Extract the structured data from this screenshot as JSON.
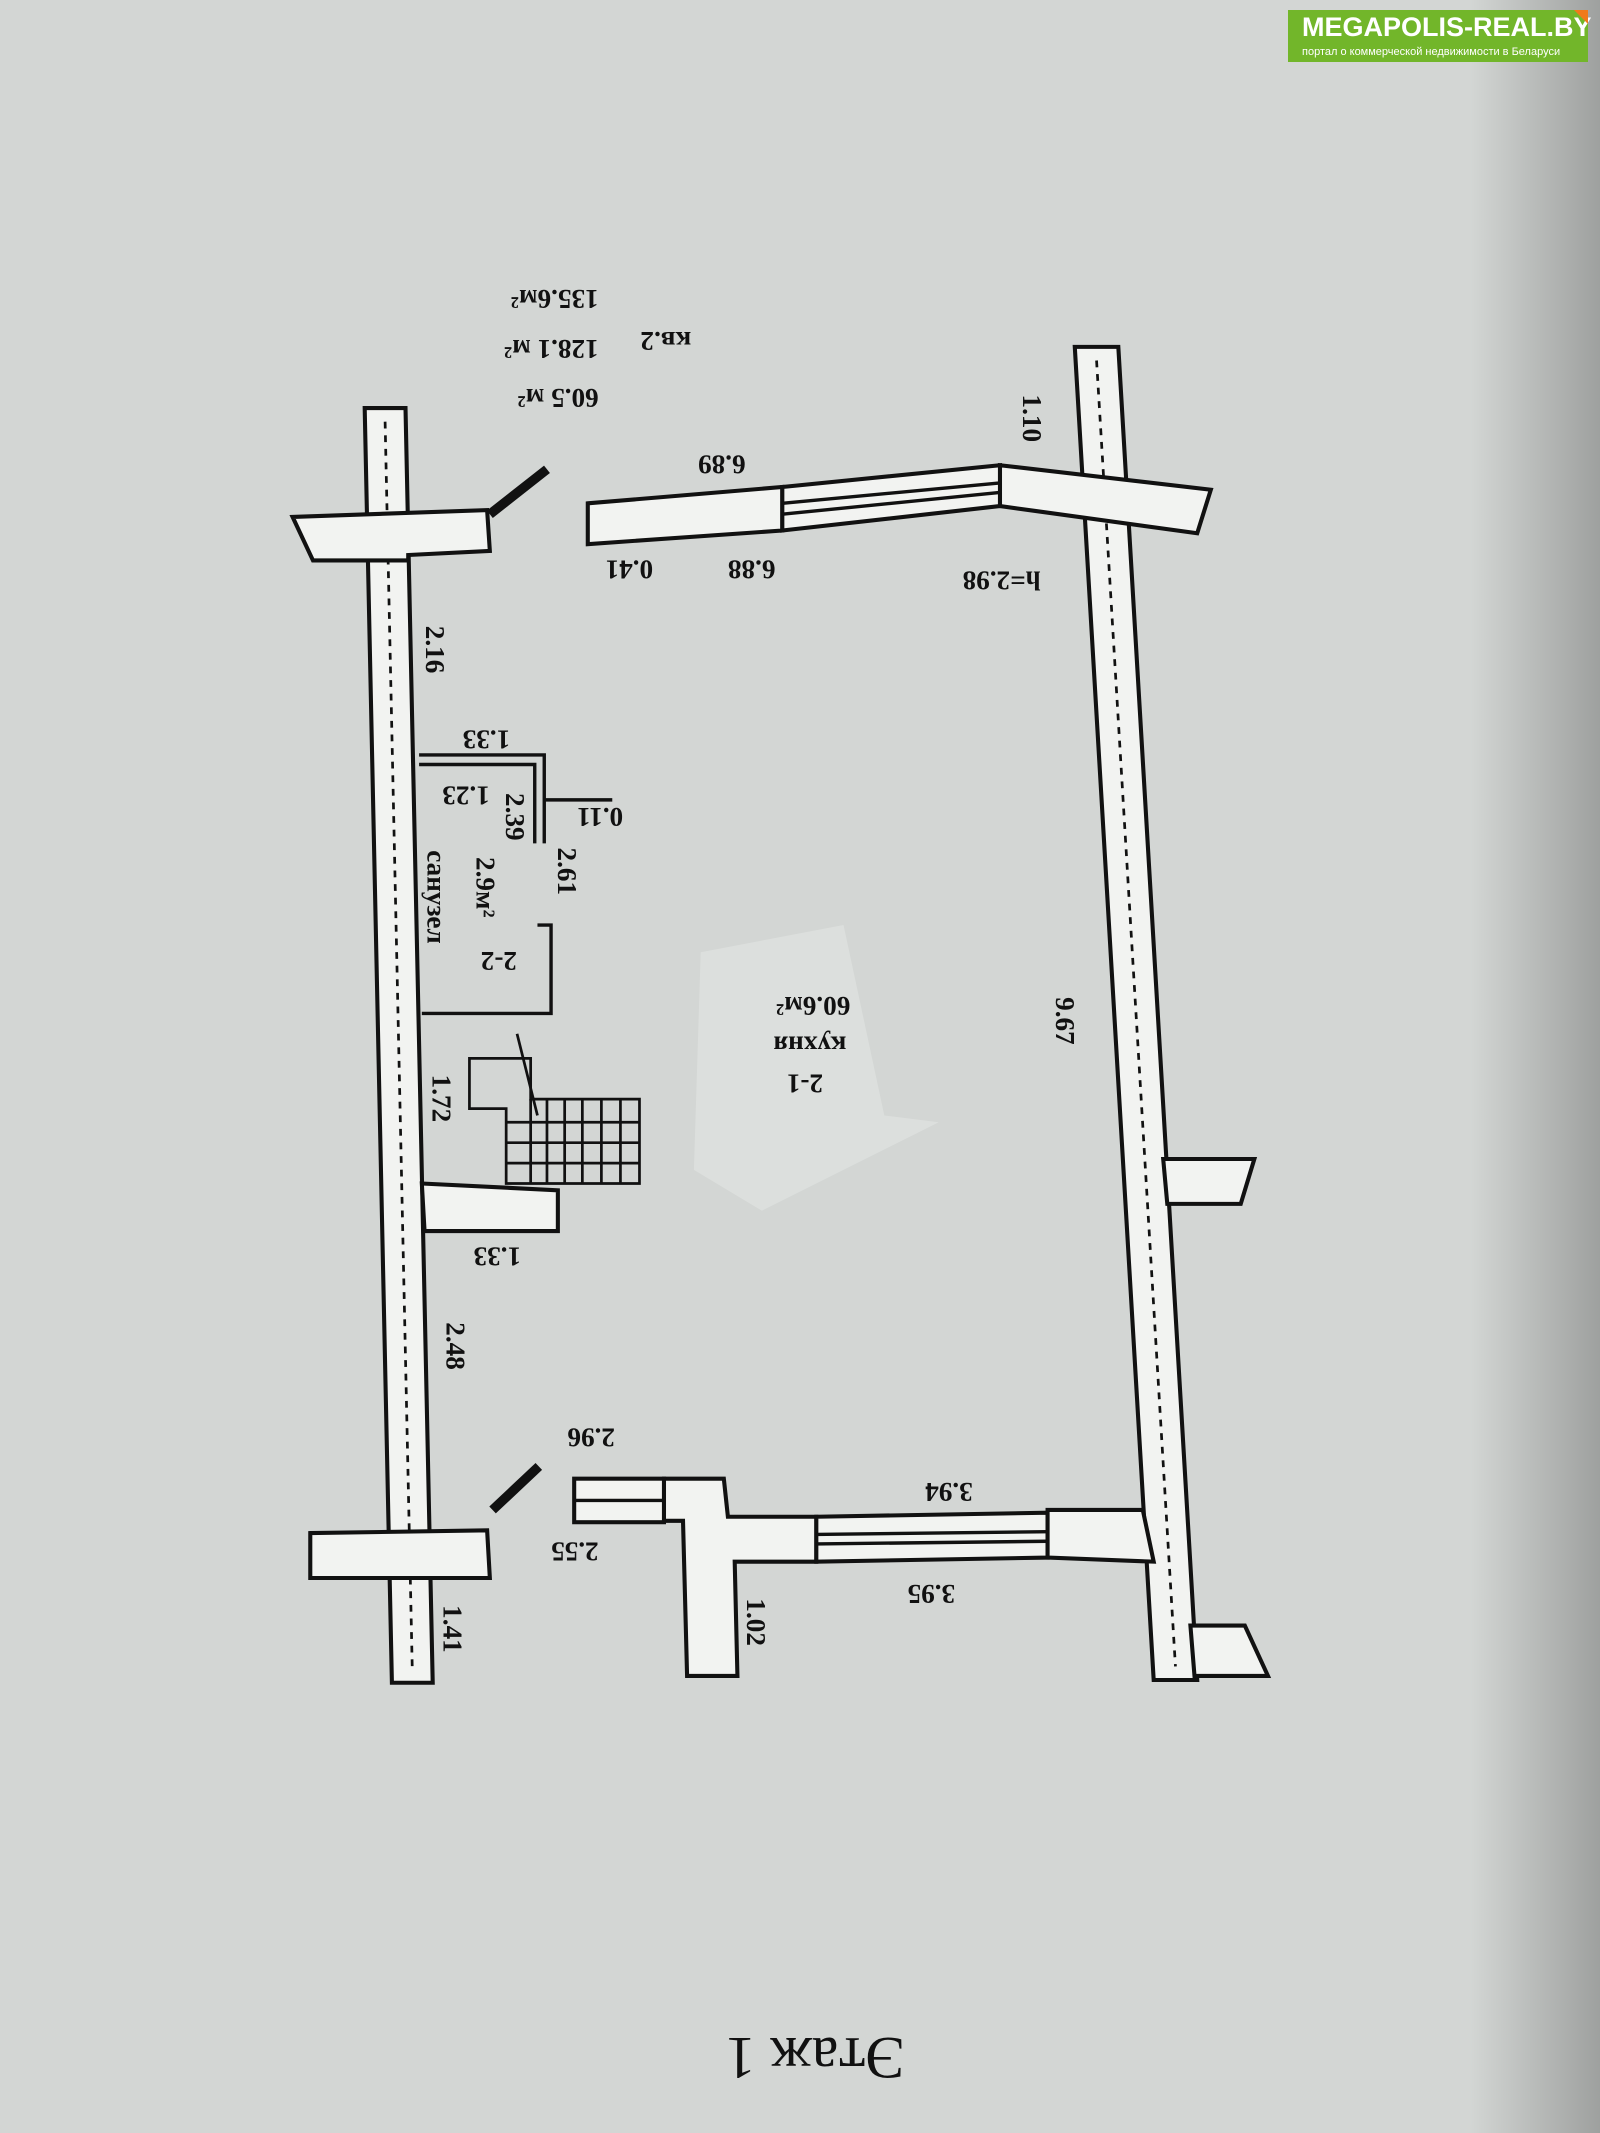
{
  "logo": {
    "title": "MEGAPOLIS-REAL.BY",
    "subtitle": "портал о коммерческой недвижимости в Беларуси"
  },
  "summary": {
    "apartment": "кв.2",
    "area1": "60.5 м²",
    "area2": "128.1 м²",
    "area3": "135.6м²"
  },
  "rooms": [
    {
      "id": "2-1",
      "name": "кухня",
      "area": "60.6м²"
    },
    {
      "id": "2-2",
      "name": "санузел",
      "area": "2.9м²"
    }
  ],
  "dimensions": {
    "d110": "1.10",
    "d689": "6.89",
    "d041": "0.41",
    "d688": "6.88",
    "height": "h=2.98",
    "d216": "2.16",
    "d133a": "1.33",
    "d123": "1.23",
    "d239": "2.39",
    "d011": "0.11",
    "d261": "2.61",
    "d967": "9.67",
    "d172": "1.72",
    "d133b": "1.33",
    "d248": "2.48",
    "d296": "2.96",
    "d394": "3.94",
    "d255": "2.55",
    "d395": "3.95",
    "d141": "1.41",
    "d102": "1.02"
  },
  "floor_label": "Этаж 1"
}
